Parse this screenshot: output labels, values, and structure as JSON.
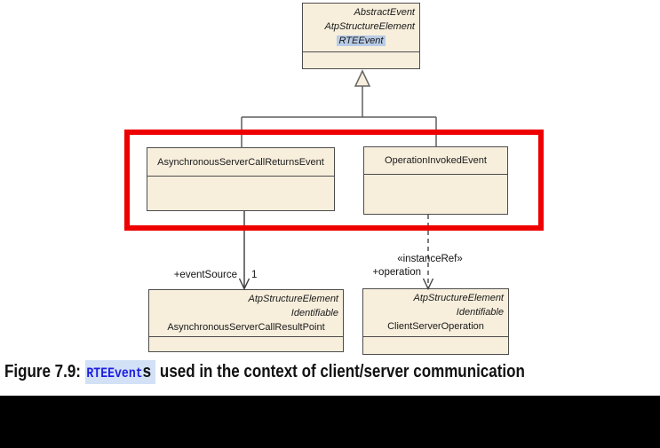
{
  "diagram": {
    "rte_event": {
      "bases": [
        "AbstractEvent",
        "AtpStructureElement"
      ],
      "name": "RTEEvent"
    },
    "async_server_call_returns_event": {
      "name": "AsynchronousServerCallReturnsEvent"
    },
    "operation_invoked_event": {
      "name": "OperationInvokedEvent"
    },
    "async_server_call_result_point": {
      "bases": [
        "AtpStructureElement",
        "Identifiable"
      ],
      "name": "AsynchronousServerCallResultPoint"
    },
    "client_server_operation": {
      "bases": [
        "AtpStructureElement",
        "Identifiable"
      ],
      "name": "ClientServerOperation"
    },
    "edge_labels": {
      "event_source_role": "+eventSource",
      "event_source_multiplicity": "1",
      "instance_ref_stereotype": "«instanceRef»",
      "operation_role": "+operation"
    },
    "colors": {
      "class_fill": "#f7eedc",
      "class_border": "#4d4d4d",
      "selection_highlight": "#b8cbe6",
      "red_highlight_box": "#ee0000"
    }
  },
  "caption": {
    "prefix": "Figure 7.9: ",
    "code_link": "RTEEvent",
    "plural_suffix": "s",
    "rest": " used in the context of client/server communication",
    "colors": {
      "link_blue": "#1d1de0",
      "link_highlight": "#d3e1f7"
    }
  }
}
